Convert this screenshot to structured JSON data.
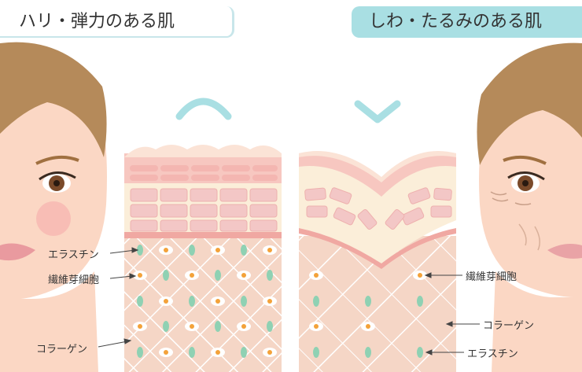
{
  "titles": {
    "left": "ハリ・弾力のある肌",
    "right": "しわ・たるみのある肌"
  },
  "labels_left": {
    "elastin": "エラスチン",
    "fibroblast": "繊維芽細胞",
    "collagen": "コラーゲン"
  },
  "labels_right": {
    "fibroblast": "繊維芽細胞",
    "collagen": "コラーゲン",
    "elastin": "エラスチン"
  },
  "colors": {
    "accent": "#a9dfe3",
    "skin": "#fbd7c4",
    "dermis": "#f5d6c6",
    "epidermis": "#f4b6b1",
    "cells": "#f3c7c6",
    "elastin": "#8fd1b3",
    "fibroblast": "#f3a23a"
  }
}
